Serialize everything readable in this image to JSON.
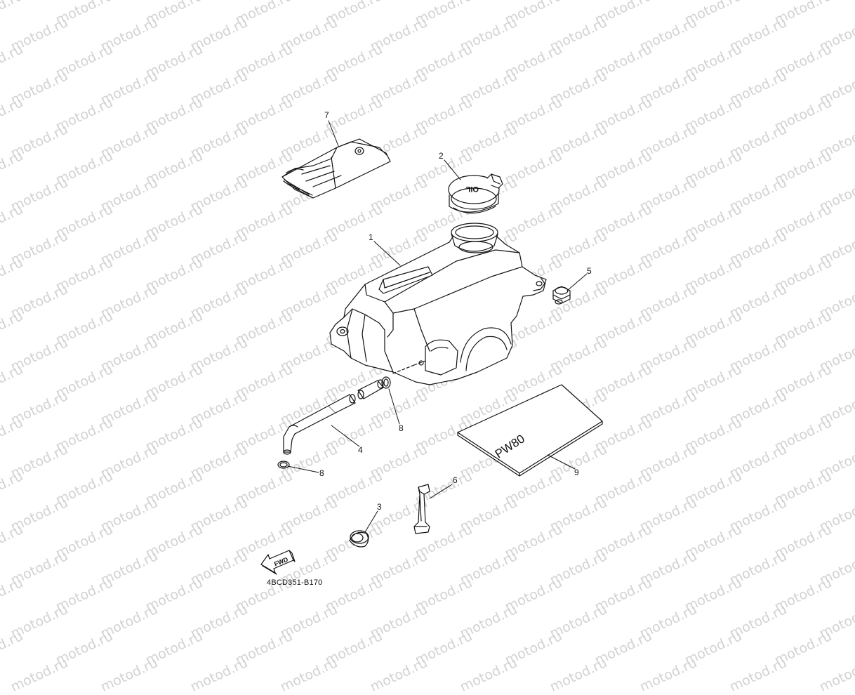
{
  "watermark": {
    "text": "motod.ru",
    "color": "#d2d2d2"
  },
  "diagram": {
    "drawing_code": "4BCD351-B170",
    "cap_marking": "OIL",
    "manual_label": "PW80",
    "direction_label": "FWD",
    "callouts": [
      {
        "id": "c1",
        "label": "1",
        "part": "oil tank"
      },
      {
        "id": "c2",
        "label": "2",
        "part": "oil tank cap"
      },
      {
        "id": "c3",
        "label": "3",
        "part": "grommet"
      },
      {
        "id": "c4",
        "label": "4",
        "part": "oil hose"
      },
      {
        "id": "c5",
        "label": "5",
        "part": "bolt"
      },
      {
        "id": "c6",
        "label": "6",
        "part": "strap"
      },
      {
        "id": "c7",
        "label": "7",
        "part": "tool bag"
      },
      {
        "id": "c8a",
        "label": "8",
        "part": "clip"
      },
      {
        "id": "c8b",
        "label": "8",
        "part": "clip"
      },
      {
        "id": "c9",
        "label": "9",
        "part": "owner's manual"
      }
    ]
  }
}
